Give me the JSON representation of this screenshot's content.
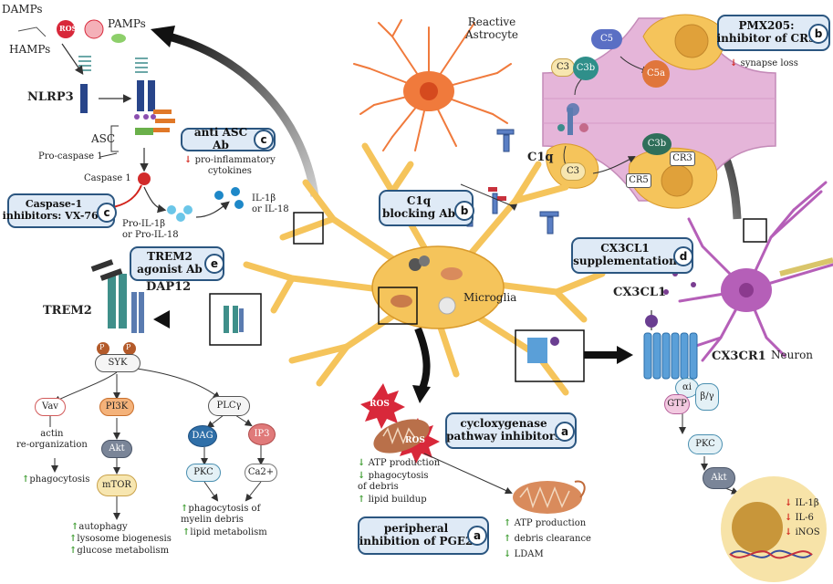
{
  "colors": {
    "microglia": "#f5c45b",
    "microglia_edge": "#d99a2b",
    "astro": "#f07a3c",
    "neuron": "#b55fb8",
    "synapse": "#e5b5d9",
    "box_fill": "#dfeaf6",
    "box_edge": "#2b5680",
    "up_arrow": "#3a9a2c",
    "down_arrow": "#d2231b"
  },
  "top_left": {
    "damps": "DAMPs",
    "ros": "ROS",
    "pamps": "PAMPs",
    "hamps": "HAMPs",
    "nlrp3": "NLRP3",
    "asc": "ASC",
    "pro_caspase": "Pro-caspase 1",
    "caspase": "Caspase 1",
    "pro_il": "Pro-IL-1β\nor Pro-IL-18",
    "il": "IL-1β\nor IL-18",
    "anti_asc_effect": "pro-inflammatory\ncytokines"
  },
  "boxes": {
    "anti_asc": {
      "label": "anti ASC Ab",
      "badge": "c"
    },
    "caspase_inhib": {
      "label": "Caspase-1\ninhibitors: VX-765",
      "badge": "c"
    },
    "trem2_agonist": {
      "label": "TREM2\nagonist Ab",
      "badge": "e"
    },
    "c1q_block": {
      "label": "C1q\nblocking Ab",
      "badge": "b"
    },
    "pmx205": {
      "label": "PMX205:\ninhibitor of CR5",
      "badge": "b"
    },
    "cx3cl1_supp": {
      "label": "CX3CL1\nsupplementation",
      "badge": "d"
    },
    "cox": {
      "label": "cycloxygenase\npathway inhibitors",
      "badge": "a"
    },
    "pge2": {
      "label": "peripheral\ninhibition of PGE2",
      "badge": "a"
    }
  },
  "top_middle": {
    "astrocyte": "Reactive\nAstrocyte",
    "c1q": "C1q",
    "microglia": "Microglia"
  },
  "top_right": {
    "c5": "C5",
    "c3b": "C3b",
    "c3": "C3",
    "c5a": "C5a",
    "c3b_lower": "C3b",
    "c3_lower": "C3",
    "cr3": "CR3",
    "cr5": "CR5",
    "synapse_loss": "synapse loss"
  },
  "trem2": {
    "trem2": "TREM2",
    "dap12": "DAP12",
    "p": "P",
    "syk": "SYK",
    "vav": "Vav",
    "pi3k": "PI3K",
    "akt": "Akt",
    "mtor": "mTOR",
    "plc": "PLCγ",
    "dag": "DAG",
    "ip3": "IP3",
    "pkc": "PKC",
    "ca": "Ca2+",
    "actin": "actin\nre-organization",
    "phago1": "phagocytosis",
    "autophagy": "autophagy",
    "lysosome": "lysosome biogenesis",
    "glucose": "glucose metabolism",
    "phago_myelin": "phagocytosis of\nmyelin debris",
    "lipid": "lipid metabolism"
  },
  "cx3": {
    "cx3cl1": "CX3CL1",
    "cx3cr1": "CX3CR1",
    "neuron": "Neuron",
    "alpha": "αi",
    "beta": "β/γ",
    "gtp": "GTP",
    "pkc": "PKC",
    "akt": "Akt",
    "il1b": "IL-1β",
    "il6": "IL-6",
    "inos": "iNOS"
  },
  "bottom_middle": {
    "ros1": "ROS",
    "ros2": "ROS",
    "atp_down": "ATP production",
    "phago_down": "phagocytosis\nof debris",
    "lipid_up": "lipid buildup",
    "atp_up": "ATP production",
    "debris_up": "debris clearance",
    "ldam_down": "LDAM"
  }
}
